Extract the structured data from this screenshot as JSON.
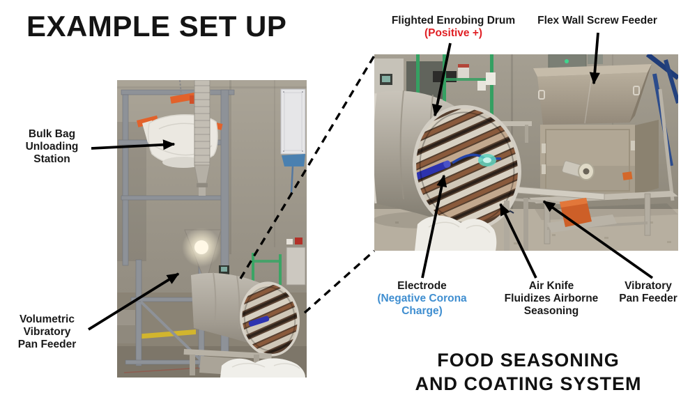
{
  "title": "EXAMPLE SET UP",
  "system_title": {
    "line1": "FOOD SEASONING",
    "line2": "AND COATING SYSTEM"
  },
  "colors": {
    "label_text": "#1a1a1a",
    "positive_charge_red": "#e01f24",
    "negative_charge_blue": "#3f8ed0",
    "arrow_black": "#000000"
  },
  "annotations": {
    "bulk_bag_station": {
      "line1": "Bulk Bag",
      "line2": "Unloading",
      "line3": "Station"
    },
    "volumetric_feeder": {
      "line1": "Volumetric",
      "line2": "Vibratory",
      "line3": "Pan Feeder"
    },
    "flighted_drum": {
      "line1": "Flighted Enrobing Drum",
      "line2": "(Positive +)"
    },
    "flex_wall_screw_feeder": {
      "line1": "Flex Wall Screw Feeder"
    },
    "electrode": {
      "line1": "Electrode",
      "line2": "(Negative Corona",
      "line3": "Charge)"
    },
    "air_knife": {
      "line1": "Air Knife",
      "line2": "Fluidizes Airborne",
      "line3": "Seasoning"
    },
    "vibratory_pan_feeder": {
      "line1": "Vibratory",
      "line2": "Pan Feeder"
    }
  }
}
